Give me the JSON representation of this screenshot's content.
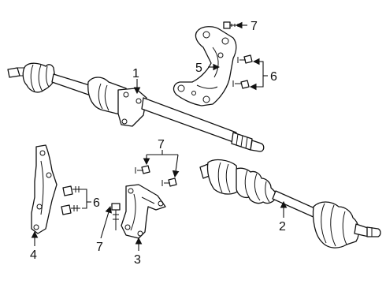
{
  "callouts": {
    "c1": "1",
    "c2": "2",
    "c3": "3",
    "c4": "4",
    "c5": "5",
    "c6a": "6",
    "c6b": "6",
    "c7a": "7",
    "c7b": "7",
    "c7c": "7"
  },
  "colors": {
    "line": "#111111",
    "background": "#ffffff"
  }
}
